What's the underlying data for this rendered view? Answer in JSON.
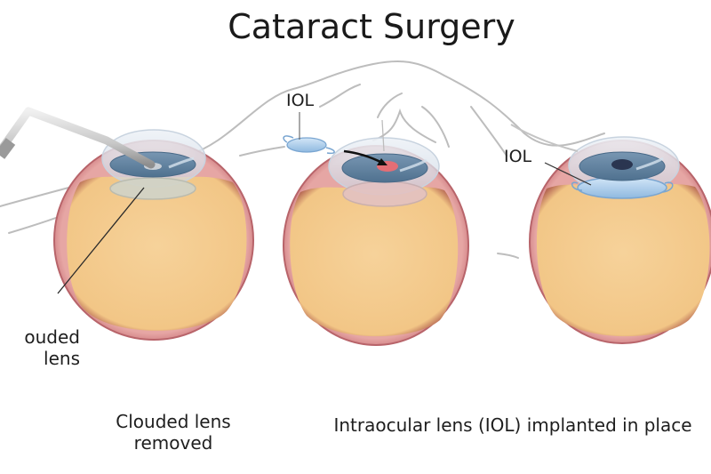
{
  "title": "Cataract Surgery",
  "labels": {
    "clouded_lens_line1": "ouded",
    "clouded_lens_line2": "lens",
    "iol_floating": "IOL",
    "iol_implanted": "IOL"
  },
  "captions": {
    "step_removed_line1": "Clouded lens",
    "step_removed_line2": "removed",
    "step_implanted": "Intraocular lens (IOL) implanted in place"
  },
  "panels": [
    {
      "name": "lens-removal",
      "description": "phaco probe inserted, clouded lens being removed"
    },
    {
      "name": "iol-insertion",
      "description": "folded IOL inserted through incision toward pupil"
    },
    {
      "name": "iol-in-place",
      "description": "intraocular lens implanted behind iris"
    }
  ],
  "colors": {
    "vitreous": "#f4cc8e",
    "sclera_outer": "#c9747a",
    "sclera_inner": "#e6a6a4",
    "iris": "#5d7f9e",
    "cornea": "#dfe7ef",
    "clouded_lens": "#d3d5c9",
    "iol": "#a9cbea",
    "pupil_dark": "#2a3550",
    "pupil_red": "#e46e75",
    "sketch_line": "#b8b8b8",
    "text": "#1e1e1e"
  }
}
